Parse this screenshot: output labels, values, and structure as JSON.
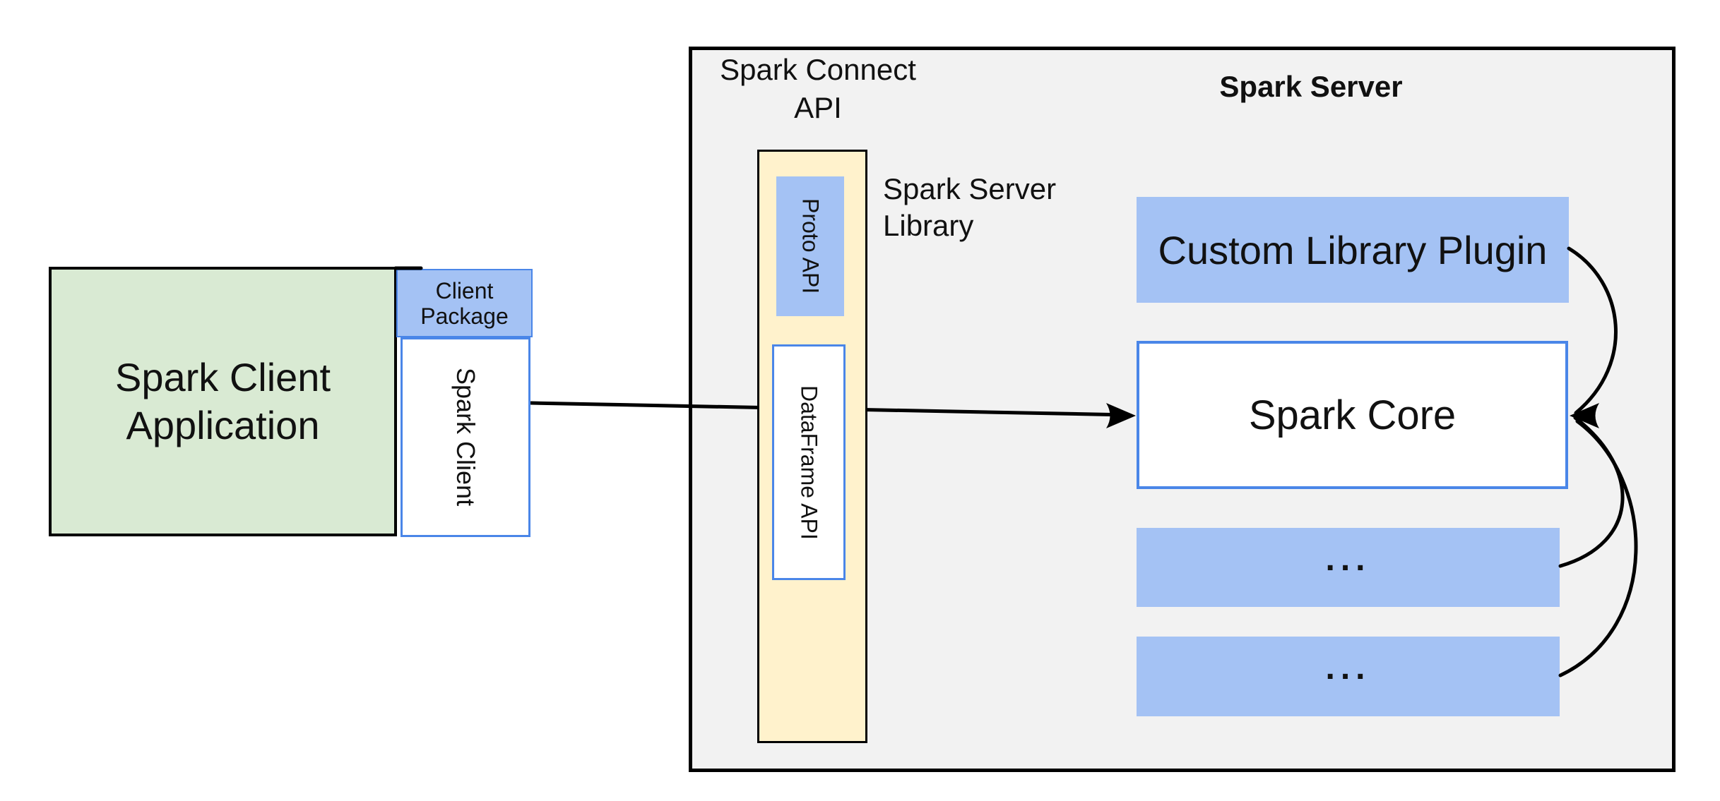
{
  "diagram": {
    "client_app": {
      "lines": [
        "Spark Client",
        "Application"
      ]
    },
    "client_package": {
      "lines": [
        "Client",
        "Package"
      ]
    },
    "spark_client": {
      "label": "Spark Client"
    },
    "spark_connect_api": {
      "lines": [
        "Spark Connect",
        "API"
      ]
    },
    "proto_api": {
      "label": "Proto API"
    },
    "dataframe_api": {
      "label": "DataFrame API"
    },
    "spark_server_library": {
      "lines": [
        "Spark Server",
        "Library"
      ]
    },
    "spark_server": {
      "title": "Spark Server"
    },
    "custom_library_plugin": {
      "label": "Custom Library Plugin"
    },
    "spark_core": {
      "label": "Spark Core"
    },
    "plugin_slot_1": {
      "label": "..."
    },
    "plugin_slot_2": {
      "label": "..."
    },
    "colors": {
      "client_app_fill": "#d9ead3",
      "blue_fill": "#a4c2f4",
      "column_fill": "#fff2cc",
      "server_fill": "#f2f2f2",
      "blue_border": "#4a86e8",
      "line": "#000000"
    }
  }
}
